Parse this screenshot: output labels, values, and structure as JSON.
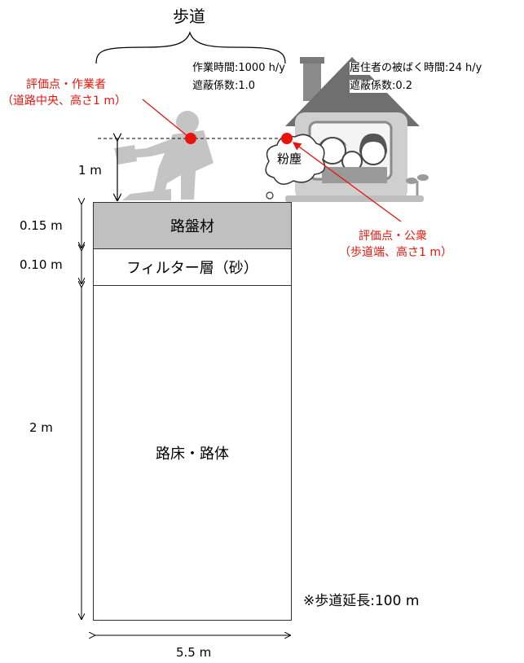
{
  "sidewalk_title": "歩道",
  "worker_params": {
    "time": "作業時間:1000 h/y",
    "shield": "遮蔽係数:1.0"
  },
  "resident_params": {
    "time": "居住者の被ばく時間:24 h/y",
    "shield": "遮蔽係数:0.2"
  },
  "worker_point": {
    "line1": "評価点・作業者",
    "line2": "（道路中央、高さ1 m）"
  },
  "public_point": {
    "line1": "評価点・公衆",
    "line2": "（歩道端、高さ1 m）"
  },
  "dust_label": "粉塵",
  "height_label": "1 m",
  "layers": [
    {
      "name": "路盤材",
      "thickness": "0.15 m",
      "color": "#c0c0c0"
    },
    {
      "name": "フィルター層（砂）",
      "thickness": "0.10 m",
      "color": "#ffffff"
    },
    {
      "name": "路床・路体",
      "thickness": "2 m",
      "color": "#ffffff"
    }
  ],
  "width_label": "5.5 m",
  "extension_note": "※歩道延長:100 m",
  "colors": {
    "accent_red": "#e8140c",
    "illustration_gray": "#9a9a9a"
  }
}
